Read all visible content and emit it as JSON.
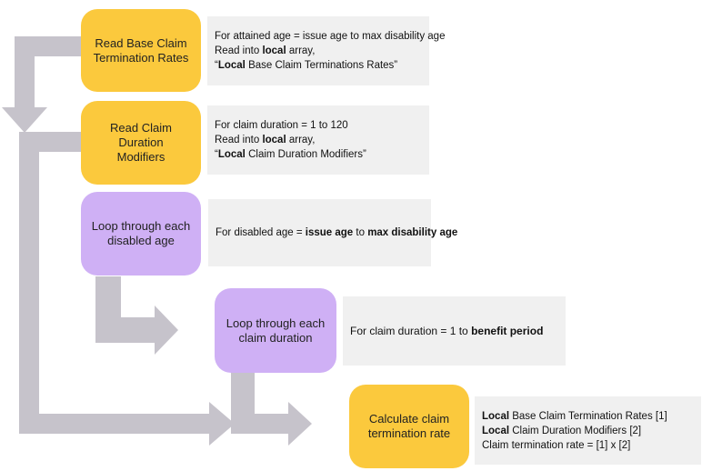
{
  "colors": {
    "process_yellow": "#fbc93d",
    "loop_purple": "#cfb0f5",
    "arrow_gray": "#c6c3cb",
    "note_bg": "#f0f0f0"
  },
  "boxes": {
    "read_base_rates": {
      "line1": "Read Base Claim",
      "line2": "Termination Rates"
    },
    "read_duration_modifiers": {
      "line1": "Read Claim Duration",
      "line2": "Modifiers"
    },
    "loop_disabled_age": {
      "line1": "Loop through each",
      "line2": "disabled age"
    },
    "loop_claim_duration": {
      "line1": "Loop through each",
      "line2": "claim duration"
    },
    "calculate_rate": {
      "line1": "Calculate claim",
      "line2": "termination rate"
    }
  },
  "notes": {
    "read_base_rates": {
      "line1": "For attained  age = issue age to max disability age",
      "line2_prefix": "Read into ",
      "line2_bold": "local",
      "line2_suffix": " array,",
      "line3_prefix": "“",
      "line3_bold": "Local",
      "line3_suffix": " Base Claim Terminations Rates”"
    },
    "read_duration_modifiers": {
      "line1": "For claim duration  = 1 to 120",
      "line2_prefix": "Read into ",
      "line2_bold": "local",
      "line2_suffix": " array,",
      "line3_prefix": "“",
      "line3_bold": "Local",
      "line3_suffix": " Claim Duration Modifiers”"
    },
    "loop_disabled_age": {
      "prefix": "For disabled  age = ",
      "bold1": "issue age",
      "middle": " to ",
      "bold2": "max disability age"
    },
    "loop_claim_duration": {
      "prefix": "For claim  duration  = 1 to ",
      "bold": "benefit period"
    },
    "calculate_rate": {
      "line1_bold": "Local",
      "line1_suffix": " Base Claim Termination Rates [1]",
      "line2_bold": "Local",
      "line2_suffix": " Claim Duration Modifiers [2]",
      "line3": "Claim termination rate  = [1] x [2]"
    }
  }
}
